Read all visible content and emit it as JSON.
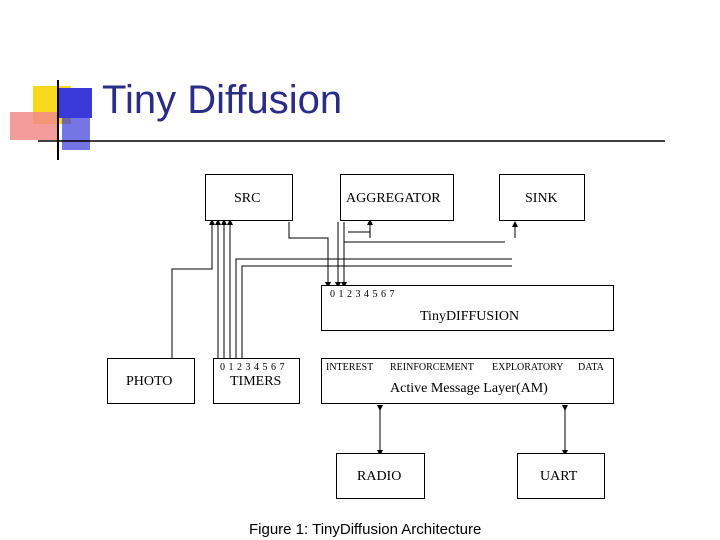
{
  "slide": {
    "title": "Tiny Diffusion",
    "caption": "Figure 1: TinyDiffusion Architecture"
  },
  "diagram": {
    "src": "SRC",
    "aggregator": "AGGREGATOR",
    "sink": "SINK",
    "tinydiffusion": "TinyDIFFUSION",
    "tinydiffusion_ports": "0 1 2 3 4 5 6 7",
    "photo": "PHOTO",
    "timers": "TIMERS",
    "timers_ports": "0 1 2 3 4 5 6 7",
    "am_layer": "Active Message Layer(AM)",
    "am_ports": [
      "INTEREST",
      "REINFORCEMENT",
      "EXPLORATORY",
      "DATA"
    ],
    "radio": "RADIO",
    "uart": "UART"
  },
  "colors": {
    "title": "#2b2b88",
    "deco_yellow": "#f7d81a",
    "deco_blue": "#3a3adb",
    "deco_red": "#e83b3b"
  }
}
